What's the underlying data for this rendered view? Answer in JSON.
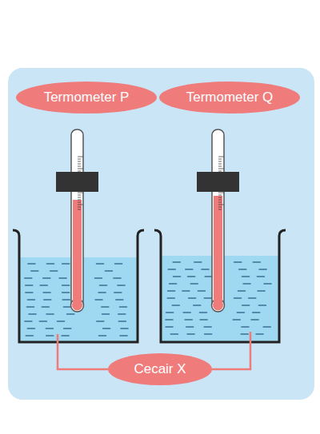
{
  "diagram": {
    "nodes": [
      {
        "text": [
          "Termometer P"
        ]
      },
      {
        "text": [
          "Termometer Q"
        ]
      },
      {
        "text": [
          "Cecair X"
        ]
      }
    ]
  }
}
